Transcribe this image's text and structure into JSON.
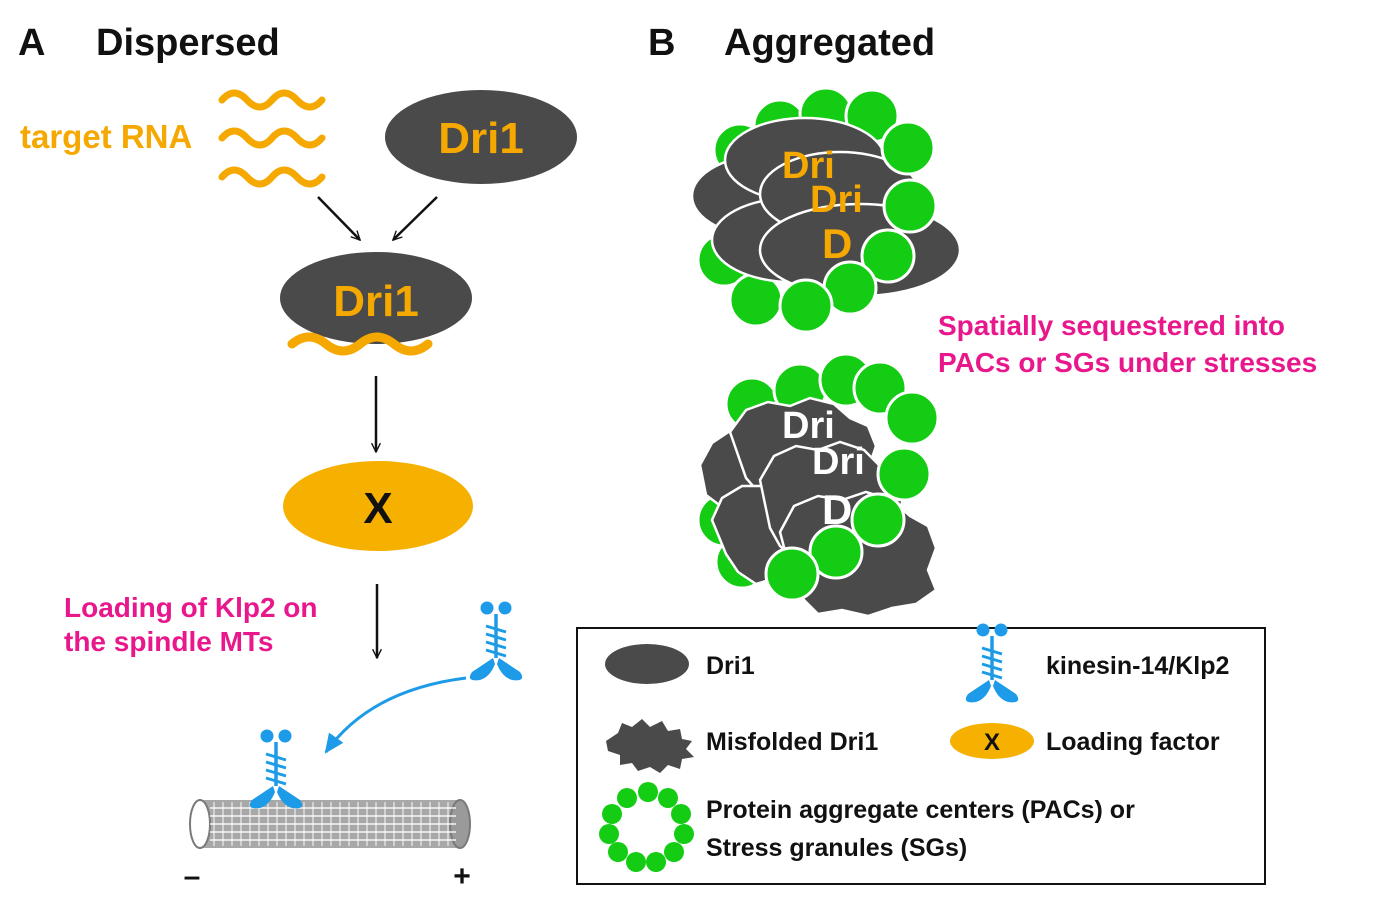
{
  "panel_a": {
    "letter": "A",
    "title": "Dispersed",
    "target_rna_label": "target RNA",
    "dri1_label": "Dri1",
    "complex_label": "Dri1",
    "loading_factor_symbol": "X",
    "loading_text_line1": "Loading of Klp2 on",
    "loading_text_line2": "the spindle MTs",
    "minus_end": "–",
    "plus_end": "+"
  },
  "panel_b": {
    "letter": "B",
    "title": "Aggregated",
    "fragment_dri": "Dri",
    "fragment_d": "D",
    "sequestered_line1": "Spatially sequestered into",
    "sequestered_line2": "PACs or SGs under stresses"
  },
  "legend": {
    "dri1": "Dri1",
    "kinesin": "kinesin-14/Klp2",
    "misfolded": "Misfolded Dri1",
    "loading_symbol": "X",
    "loading_factor": "Loading factor",
    "pac_line1": "Protein aggregate centers (PACs) or",
    "pac_line2": "Stress granules (SGs)"
  },
  "colors": {
    "dri1": "#4a4a4a",
    "rna": "#f5a800",
    "loading_factor": "#f5b000",
    "pac_green": "#15cc15",
    "kinesin_blue": "#1e9be8",
    "magenta": "#e8178c",
    "microtubule": "#9a9a9a"
  }
}
